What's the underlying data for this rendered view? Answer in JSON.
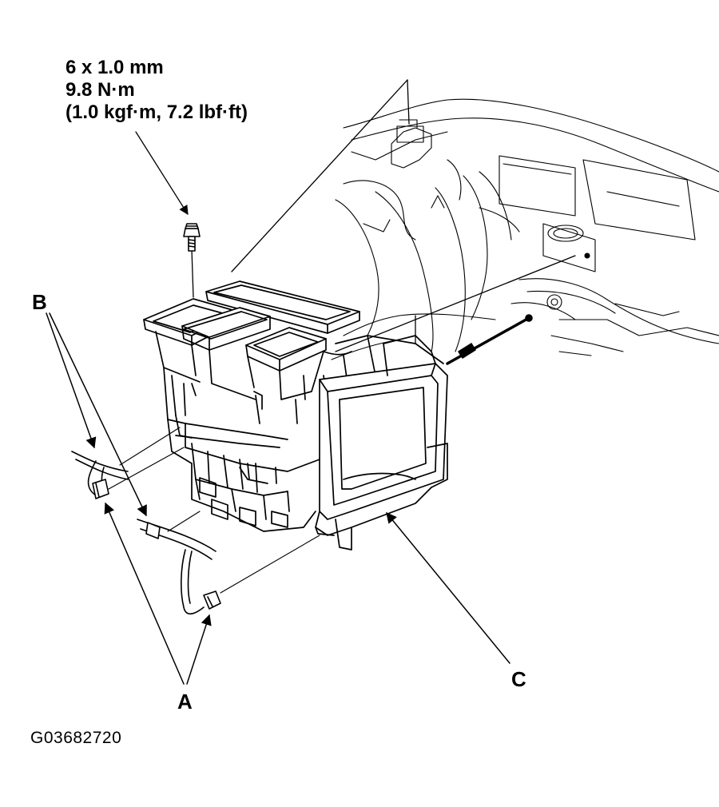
{
  "spec": {
    "bolt_size": "6 x 1.0 mm",
    "torque_nm": "9.8 N·m",
    "torque_alt": "(1.0 kgf·m, 7.2 lbf·ft)"
  },
  "callouts": {
    "a": "A",
    "b": "B",
    "c": "C"
  },
  "figure_id": "G03682720",
  "colors": {
    "ink": "#000000",
    "background": "#ffffff"
  }
}
